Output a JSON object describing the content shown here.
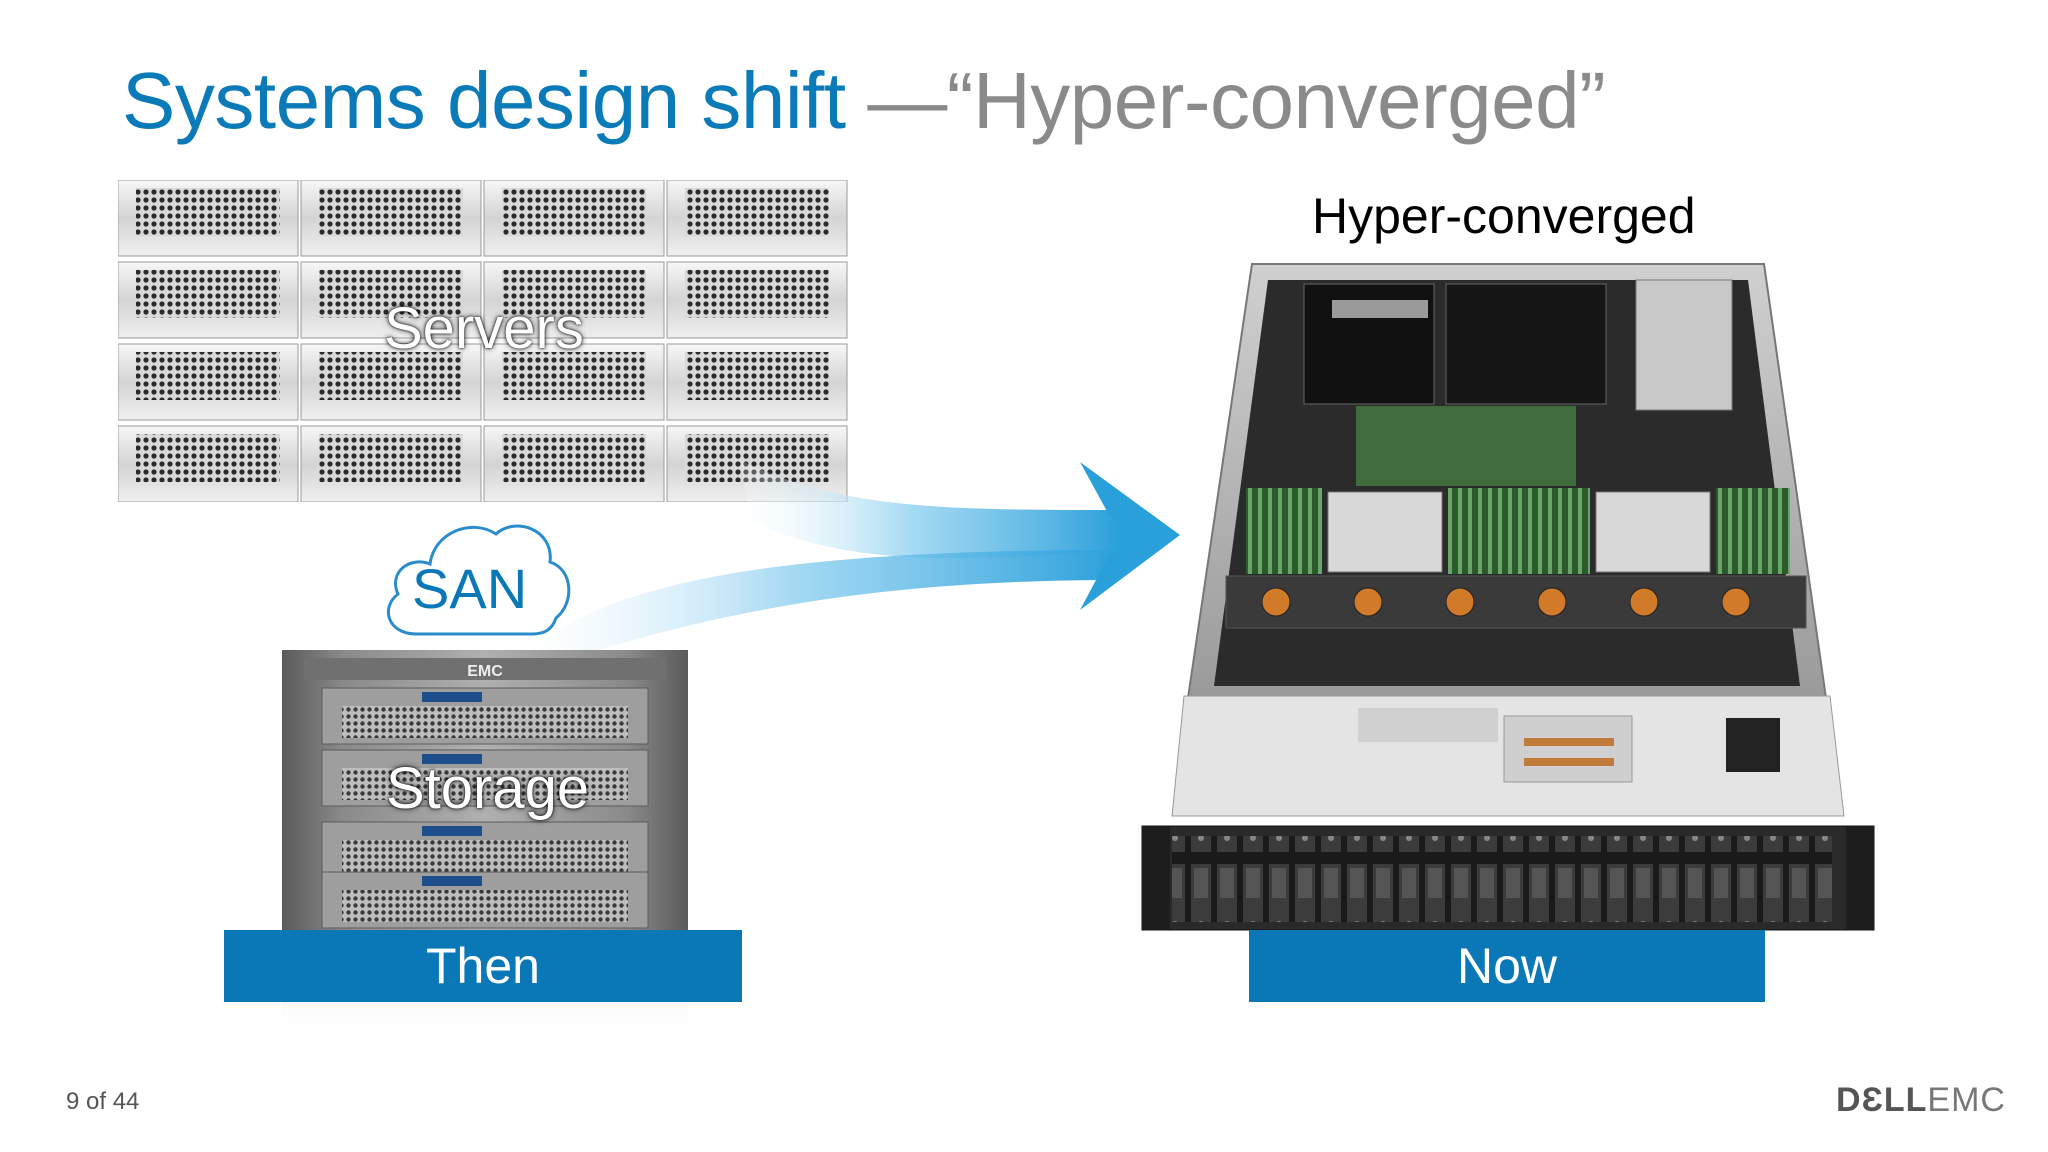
{
  "slide": {
    "title_main": "Systems design shift",
    "title_sub": "—“Hyper-converged”",
    "servers_label": "Servers",
    "san_label": "SAN",
    "storage_label": "Storage",
    "storage_brand": "EMC",
    "then_label": "Then",
    "now_label": "Now",
    "hyperconverged_label": "Hyper-converged",
    "page_indicator": "9 of 44",
    "logo_dell": "DƐLL",
    "logo_emc": "EMC"
  },
  "colors": {
    "title_blue": "#0a7ab9",
    "title_gray": "#8a8a8a",
    "banner_blue": "#0a78b7",
    "arrow_blue": "#2aa0db"
  }
}
